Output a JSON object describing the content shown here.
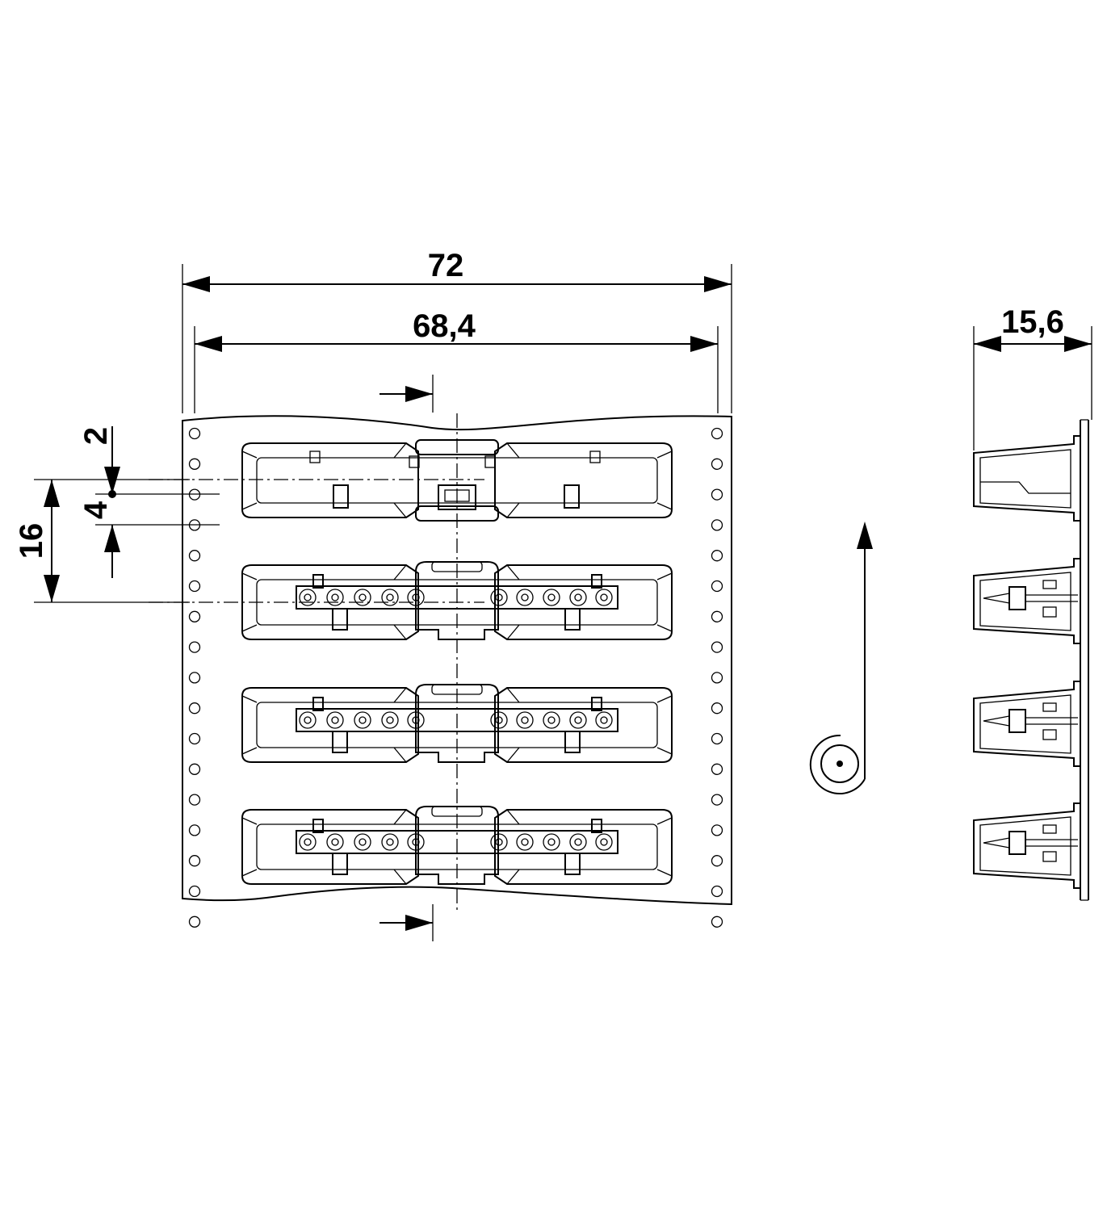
{
  "dimensions": {
    "overall_width": "72",
    "pocket_pitch_width": "68,4",
    "depth": "15,6",
    "hole_offset": "2",
    "hole_pitch": "4",
    "pocket_pitch": "16"
  },
  "views": {
    "front": {
      "pockets": 4,
      "sprocket_holes_per_side": 17
    },
    "side": {
      "pockets": 4
    },
    "feed": {
      "direction": "up",
      "symbol": "reel"
    }
  },
  "colors": {
    "line": "#000000",
    "background": "#ffffff"
  }
}
